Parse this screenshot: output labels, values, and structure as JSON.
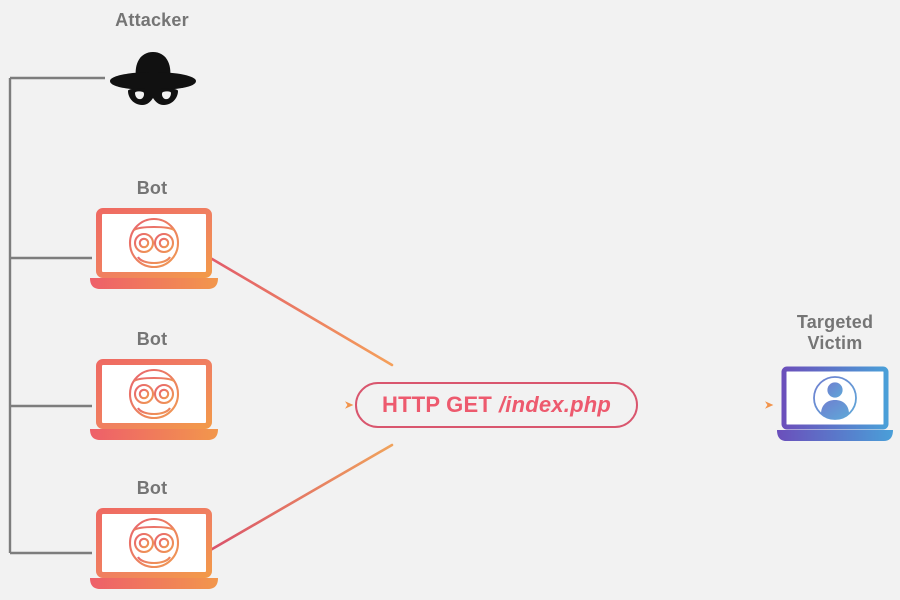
{
  "diagram": {
    "title": "DDoS HTTP GET flood attack topology",
    "background_color": "#f2f2f2",
    "label_color": "#757575",
    "accent_color": "#ed5a6e",
    "accent_color_secondary": "#f08c4a",
    "victim_color_start": "#6b4fbb",
    "victim_color_end": "#4a9fd8"
  },
  "nodes": {
    "attacker": {
      "label": "Attacker",
      "icon": "spy-hat-mask-icon"
    },
    "bot1": {
      "label": "Bot",
      "icon": "bot-laptop-icon"
    },
    "bot2": {
      "label": "Bot",
      "icon": "bot-laptop-icon"
    },
    "bot3": {
      "label": "Bot",
      "icon": "bot-laptop-icon"
    },
    "victim": {
      "label": "Targeted\nVictim",
      "icon": "victim-laptop-icon"
    }
  },
  "request": {
    "method": "HTTP GET",
    "path": "/index.php"
  }
}
